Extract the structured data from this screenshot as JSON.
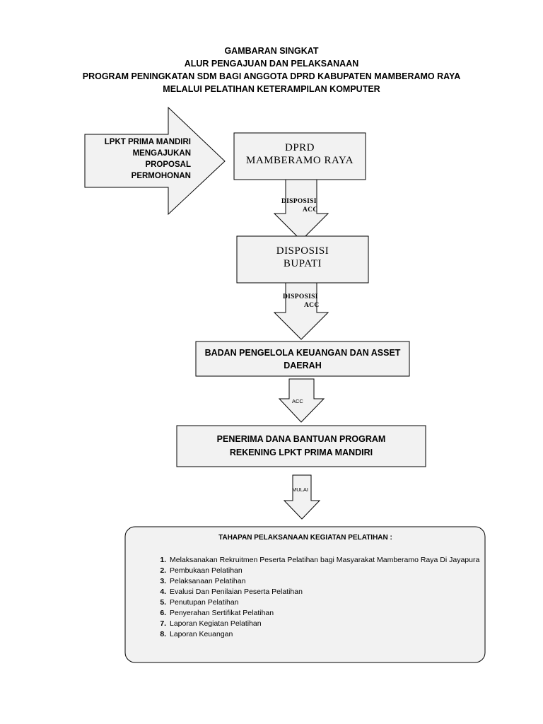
{
  "title": {
    "lines": [
      "GAMBARAN SINGKAT",
      "ALUR PENGAJUAN DAN PELAKSANAAN",
      "PROGRAM PENINGKATAN SDM BAGI ANGGOTA DPRD KABUPATEN MAMBERAMO RAYA",
      "MELALUI PELATIHAN KETERAMPILAN KOMPUTER"
    ]
  },
  "flow": {
    "proposal_arrow": {
      "lines": [
        "LPKT PRIMA MANDIRI",
        "MENGAJUKAN",
        "PROPOSAL",
        "PERMOHONAN"
      ]
    },
    "box_dprd": {
      "lines": [
        "DPRD",
        "MAMBERAMO RAYA"
      ]
    },
    "arrow_1": {
      "lines": [
        "DISPOSISI",
        "ACC"
      ]
    },
    "box_bupati": {
      "lines": [
        "DISPOSISI",
        "BUPATI"
      ]
    },
    "arrow_2": {
      "lines": [
        "DISPOSISI",
        "ACC"
      ]
    },
    "box_bpkad": {
      "lines": [
        "BADAN PENGELOLA KEUANGAN DAN ASSET",
        "DAERAH"
      ]
    },
    "arrow_3": {
      "label": "ACC"
    },
    "box_penerima": {
      "lines": [
        "PENERIMA DANA BANTUAN PROGRAM",
        "REKENING LPKT PRIMA MANDIRI"
      ]
    },
    "arrow_4": {
      "label": "MULAI"
    }
  },
  "steps": {
    "title": "TAHAPAN PELAKSANAAN KEGIATAN PELATIHAN :",
    "items": [
      "Melaksanakan Rekruitmen Peserta Pelatihan  bagi Masyarakat Mamberamo Raya  Di Jayapura",
      "Pembukaan Pelatihan",
      "Pelaksanaan Pelatihan",
      "Evalusi Dan Penilaian Peserta Pelatihan",
      "Penutupan Pelatihan",
      "Penyerahan Sertifikat Pelatihan",
      "Laporan Kegiatan Pelatihan",
      "Laporan Keuangan"
    ]
  }
}
